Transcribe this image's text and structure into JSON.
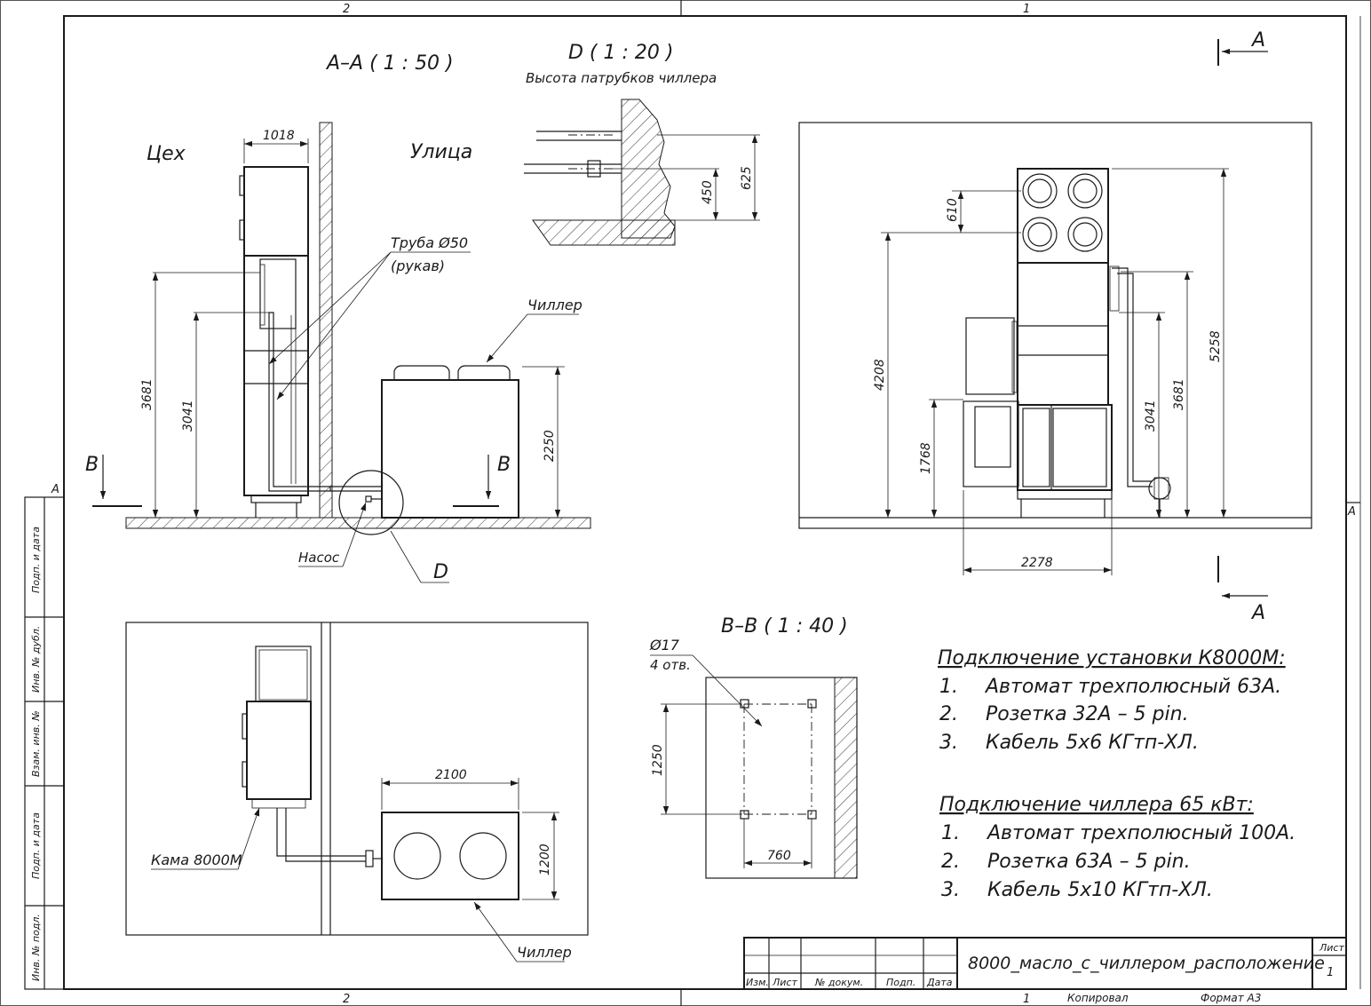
{
  "frame": {
    "zone_top_left": "2",
    "zone_top_right": "1",
    "zone_bottom_left": "2",
    "zone_bottom_right": "1",
    "zone_side_left": "A",
    "zone_side_right": "A"
  },
  "left_strip": [
    "Подп. и дата",
    "Инв. № дубл.",
    "Взам. инв. №",
    "Подп. и дата",
    "Инв. № подл."
  ],
  "section_aa": {
    "title": "A–A ( 1 : 50 )",
    "indoor": "Цех",
    "outdoor": "Улица",
    "pipe_label_1": "Труба Ø50",
    "pipe_label_2": "(рукав)",
    "chiller": "Чиллер",
    "pump": "Насос",
    "detail": "D",
    "cut_left": "B",
    "cut_right": "B",
    "dims": {
      "width": "1018",
      "h1": "3681",
      "h2": "3041",
      "chiller_h": "2250"
    }
  },
  "detail_d": {
    "title": "D ( 1 : 20 )",
    "subtitle": "Высота патрубков чиллера",
    "dims": {
      "d1": "450",
      "d2": "625"
    }
  },
  "view_a": {
    "arrow_top": "A",
    "arrow_bottom": "A",
    "dims": {
      "d610": "610",
      "d4208": "4208",
      "d1768": "1768",
      "d3041": "3041",
      "d3681": "3681",
      "d5258": "5258",
      "d2278": "2278"
    }
  },
  "plan": {
    "unit_label": "Кама 8000М",
    "chiller": "Чиллер",
    "dims": {
      "w": "2100",
      "h": "1200"
    }
  },
  "section_bb": {
    "title": "B–B ( 1 : 40 )",
    "hole_dia": "Ø17",
    "hole_count": "4 отв.",
    "dims": {
      "h": "1250",
      "w": "760"
    }
  },
  "notes": {
    "unit_header": "Подключение установки К8000М:",
    "unit_items": [
      {
        "num": "1.",
        "text": "Автомат трехполюсный 63А."
      },
      {
        "num": "2.",
        "text": "Розетка 32А – 5 pin."
      },
      {
        "num": "3.",
        "text": "Кабель 5х6 КГтп-ХЛ."
      }
    ],
    "chiller_header": "Подключение чиллера 65 кВт:",
    "chiller_items": [
      {
        "num": "1.",
        "text": "Автомат трехполюсный 100А."
      },
      {
        "num": "2.",
        "text": "Розетка 63А – 5 pin."
      },
      {
        "num": "3.",
        "text": "Кабель 5х10 КГтп-ХЛ."
      }
    ]
  },
  "title_block": {
    "name": "8000_масло_с_чиллером_расположение",
    "sheet_label": "Лист",
    "sheet_num": "1",
    "cols": [
      "Изм.",
      "Лист",
      "№ докум.",
      "Подп.",
      "Дата"
    ],
    "copied": "Копировал",
    "format": "Формат А3",
    "sheet_bottom": "1"
  }
}
